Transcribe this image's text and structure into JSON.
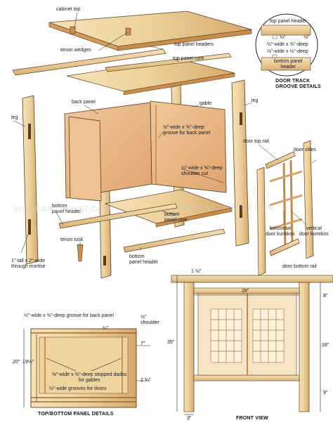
{
  "labels": {
    "cabinet_top": "cabinet top",
    "tenon_wedges": "tenon wedges",
    "top_panel_headers": "top panel headers",
    "top_panel_core": "top panel core",
    "back_panel": "back panel",
    "gable": "gable",
    "leg_left": "leg",
    "leg_right": "leg",
    "groove_back_panel": "½\"-wide x ⅜\"-deep\ngroove for back panel",
    "shoulder_cut": "¼\"-wide x ⅜\"-deep\nshoulder cut",
    "bottom_panel_header": "bottom\npanel header",
    "bottom_panel_core": "bottom\npanel core",
    "bottom_panel_header_2": "bottom\npanel header",
    "tenon_tusk": "tenon tusk",
    "through_mortise": "1\"-tall x 2\"-wide\nthrough mortise",
    "door_top_rail": "door top rail",
    "door_stiles": "door stiles",
    "horizontal_door_kumikos": "horizontal\ndoor kumikos",
    "vertical_door_kumikos": "vertical\ndoor kumikos",
    "door_bottom_rail": "door bottom rail"
  },
  "door_track": {
    "top_label": "top panel header",
    "bottom_label": "bottom panel\nheader",
    "dim_top": "⅛\"",
    "dim_right": "⅛\"",
    "groove_1": "½\"-wide x ⅜\"-deep",
    "groove_2": "½\"-wide x ⅛\"-deep",
    "caption": "DOOR TRACK\nGROOVE DETAILS"
  },
  "panel_details": {
    "groove_label": "½\"-wide x ⅜\"-deep groove for back panel",
    "dim_shoulder": "½\"\nshoulder",
    "dim_quarter": "¼\"",
    "dim_7": "7\"",
    "dim_20": "20\"",
    "dim_19_5": "19½\"",
    "dados_label": "⅜\"-wide x ⅜\"-deep stopped dados\nfor gables",
    "dim_2_75": "2 ¾\"",
    "door_grooves": "½\"-wide grooves for doors",
    "caption": "TOP/BOTTOM PANEL DETAILS"
  },
  "front_view": {
    "dim_1_5": "1 ½\"",
    "dim_28": "28\"",
    "dim_8": "8\"",
    "dim_35": "35\"",
    "dim_18": "18\"",
    "dim_9": "9\"",
    "dim_3": "3\"",
    "caption": "FRONT VIEW"
  },
  "watermark": "WOODARCHIVIST.COM",
  "colors": {
    "wood_light": "#f2d9a6",
    "wood_mid": "#e8c48a",
    "wood_dark": "#c98f4e",
    "panel_face": "#e9b98a",
    "line": "#5b3d1e"
  }
}
